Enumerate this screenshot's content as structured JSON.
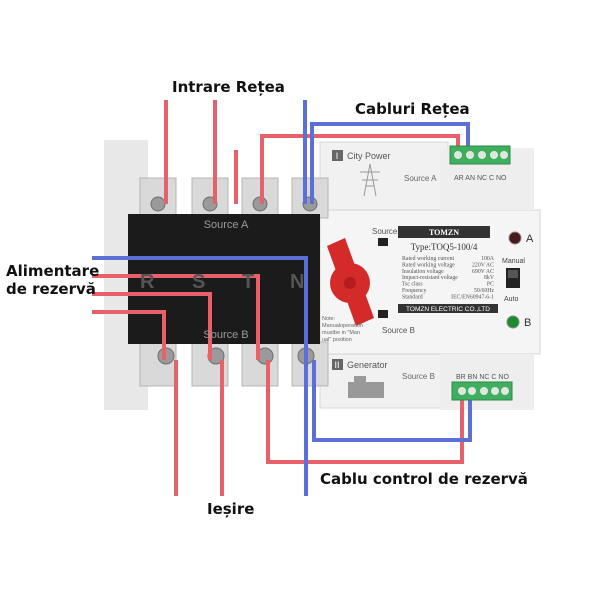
{
  "callouts": {
    "mains_input": "Intrare Rețea",
    "mains_cables": "Cabluri Rețea",
    "backup_supply_line1": "Alimentare",
    "backup_supply_line2": "de rezervă",
    "output": "Ieșire",
    "backup_control_cable": "Cablu control de rezervă"
  },
  "device": {
    "source_a_top": "Source A",
    "source_b_bottom": "Source B",
    "phases": [
      "R",
      "S",
      "T",
      "N"
    ],
    "city_power_num": "I",
    "city_power": "City Power",
    "source_a_label": "Source A",
    "generator_num": "II",
    "generator": "Generator",
    "source_b_label": "Source B",
    "terminals_a": "AR AN NC C NO",
    "terminals_b": "BR BN NC C NO",
    "brand": "TOMZN",
    "type": "Type:TOQ5-100/4",
    "specs": [
      [
        "Rated working current",
        "100A"
      ],
      [
        "Rated working voltage",
        "220V AC"
      ],
      [
        "Insulation voltage",
        "690V AC"
      ],
      [
        "Impact-resistant voltage",
        "8kV"
      ],
      [
        "Tsc class",
        "PC"
      ],
      [
        "Frequency",
        "50/60Hz"
      ],
      [
        "Standard",
        "IEC/EN60947-6-1"
      ]
    ],
    "manufacturer": "TOMZN ELECTRIC CO.,LTD",
    "switch_source_a": "Source A",
    "switch_source_b": "Source B",
    "note": [
      "Note:",
      "Manualoperation",
      "mustbe in \"Man",
      "ual\" position"
    ],
    "indicator_a": "A",
    "indicator_b": "B",
    "manual": "Manual",
    "auto": "Auto"
  },
  "colors": {
    "phase_wire": "#e8606a",
    "neutral_wire": "#5b6fd6",
    "body": "#1b1b1b",
    "terminal_green": "#3fae5f"
  }
}
